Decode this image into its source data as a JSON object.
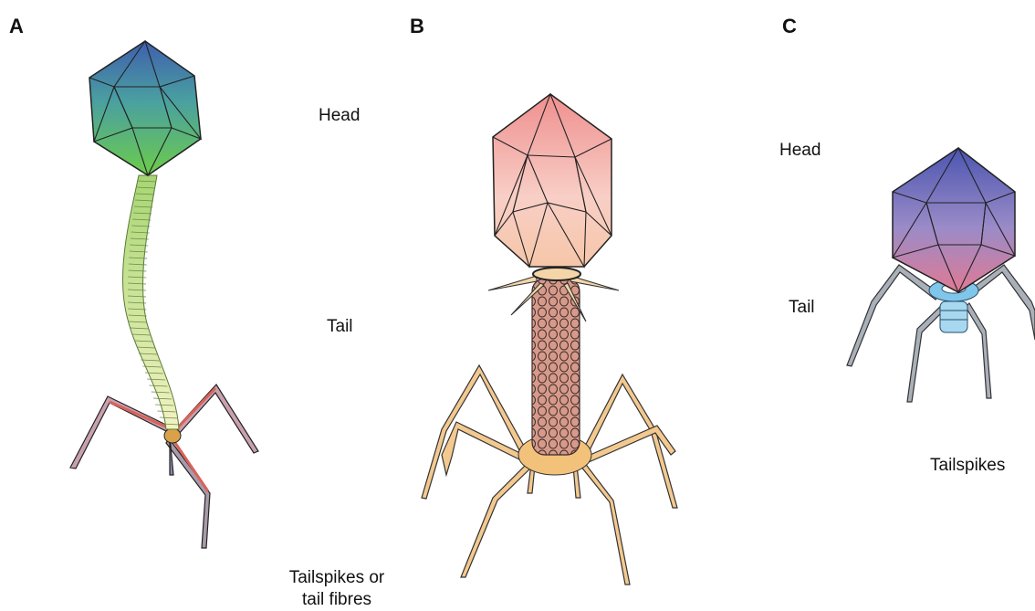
{
  "panels": [
    {
      "letter": "A",
      "head_label": "Head",
      "tail_label": "Tail",
      "base_label_line1": "Tailspikes or",
      "base_label_line2": "tail fibres"
    },
    {
      "letter": "B"
    },
    {
      "letter": "C",
      "head_label": "Head",
      "tail_label": "Tail",
      "base_label": "Tailspikes"
    }
  ],
  "colors": {
    "phage_a_head_top": "#3f5fae",
    "phage_a_head_bottom": "#58c24a",
    "phage_a_tail": "#dfeaa4",
    "phage_a_fibre_upper": "#d9625a",
    "phage_a_fibre_lower": "#8a88a6",
    "phage_b_head": "#f3a2a2",
    "phage_b_tail": "#c9776b",
    "phage_b_legs": "#f3c98f",
    "phage_c_head_top": "#5a5fb4",
    "phage_c_head_bottom": "#d77a98",
    "phage_c_collar": "#7fc6ea",
    "phage_c_legs": "#9aa0aa"
  }
}
